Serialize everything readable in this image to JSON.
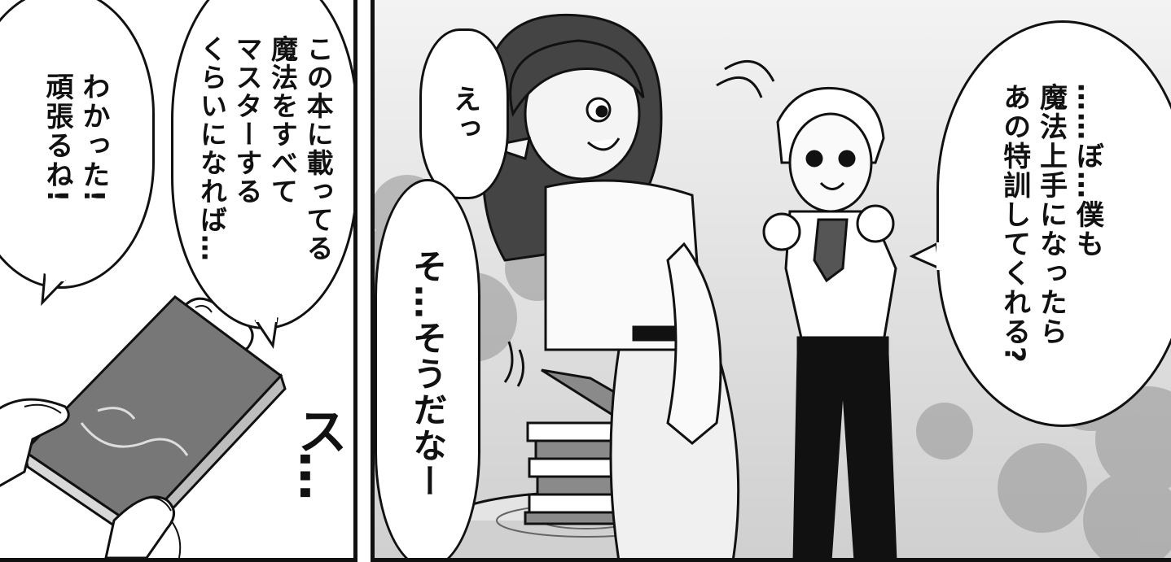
{
  "panels": {
    "left": {
      "bubble_book": "この本に載ってる\n魔法をすべて\nマスターする\nくらいになれば…",
      "bubble_reply": "わかった!\n頑張るね!",
      "sfx": "ス…",
      "sfx_dots": "。。。"
    },
    "right": {
      "bubble_surprise": "えっ",
      "bubble_hesitant": "そ…そうだなー",
      "bubble_request": "……ぼ…僕も\n魔法上手になったら\nあの特訓してくれる?"
    }
  },
  "colors": {
    "ink": "#111111",
    "paper": "#ffffff",
    "book_cover": "#6e6e6e",
    "sky": "#e6e6e6"
  }
}
